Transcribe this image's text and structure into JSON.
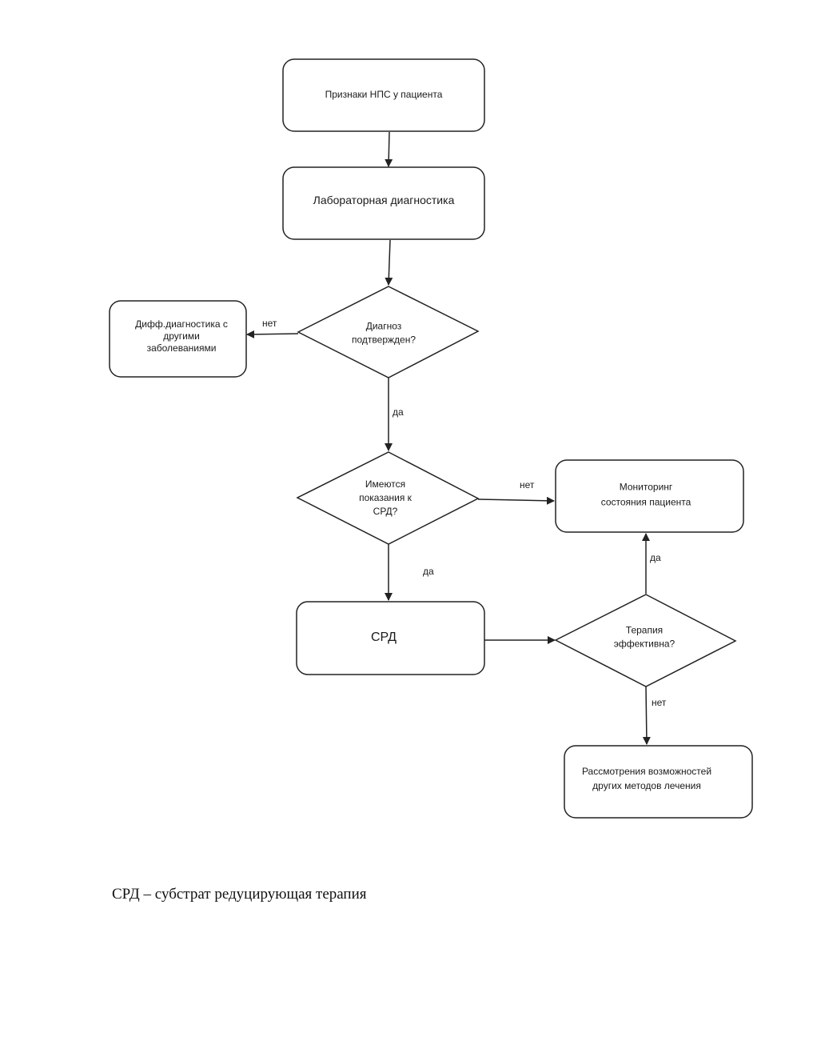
{
  "nodes": {
    "signs": [
      "Признаки НПС у пациента"
    ],
    "lab": [
      "Лабораторная диагностика"
    ],
    "diagnosis_confirmed": [
      "Диагноз",
      "подтверждeн?"
    ],
    "diff_diagnostics": [
      "Дифф.диагностика с",
      "другими",
      "заболеваниями"
    ],
    "srt_indications": [
      "Имеются",
      "показания к",
      "СРД?"
    ],
    "monitoring": [
      "Мониторинг",
      "состояния пациента"
    ],
    "srt": [
      "СРД"
    ],
    "therapy_effective": [
      "Терапия",
      "эффективна?"
    ],
    "other_methods": [
      "Рассмотрения возможностей",
      "других методов лечения"
    ]
  },
  "edge_labels": {
    "no_diff": "нет",
    "yes_indications": "да",
    "no_monitoring": "нет",
    "yes_srt": "да",
    "yes_monitoring": "да",
    "no_other": "нет"
  },
  "footnote": "СРД – субстрат редуцирующая терапия",
  "colors": {
    "stroke": "#222222",
    "text": "#1a1a1a",
    "background": "#ffffff"
  }
}
